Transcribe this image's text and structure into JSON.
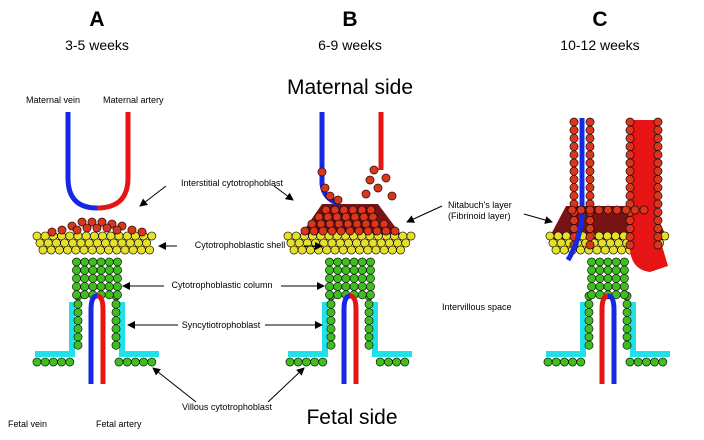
{
  "panels": [
    {
      "letter": "A",
      "weeks": "3-5 weeks"
    },
    {
      "letter": "B",
      "weeks": "6-9 weeks"
    },
    {
      "letter": "C",
      "weeks": "10-12 weeks"
    }
  ],
  "sides": {
    "maternal": "Maternal side",
    "fetal": "Fetal side"
  },
  "labels": {
    "maternal_vein": "Maternal vein",
    "maternal_artery": "Maternal artery",
    "interstitial": "Interstitial cytotrophoblast",
    "shell": "Cytotrophoblastic shell",
    "column": "Cytotrophoblastic column",
    "syncytio": "Syncytiotrophoblast",
    "villous": "Villous cytotrophoblast",
    "fetal_vein": "Fetal vein",
    "fetal_artery": "Fetal artery",
    "nitabuch_1": "Nitabuch's layer",
    "nitabuch_2": "(Fibrinoid layer)",
    "intervillous": "Intervillous space"
  },
  "colors": {
    "vein": "#1428e6",
    "artery": "#e61414",
    "syncytio": "#22e0e8",
    "green_cell": "#3fbf1f",
    "yellow_cell": "#e6e02a",
    "red_cell": "#d9361e",
    "fibrinoid": "#7a1414"
  }
}
